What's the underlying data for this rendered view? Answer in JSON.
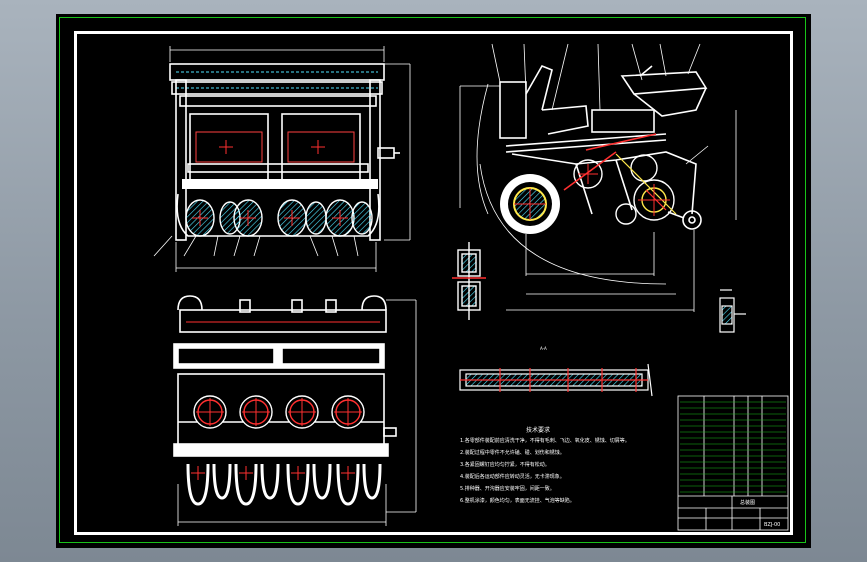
{
  "colors": {
    "frame_green": "#19c219",
    "line_white": "#ffffff",
    "hatch_cyan": "#4fe3ff",
    "accent_red": "#ff3030",
    "accent_yellow": "#ffe84a"
  },
  "tech_requirements": {
    "title": "技术要求",
    "lines": [
      "1.各零部件装配前应清洗干净，不得有毛刺、飞边、氧化皮、锈蚀、切屑等。",
      "2.装配过程中零件不允许磕、碰、划伤和锈蚀。",
      "3.各紧固螺钉应均匀拧紧，不得有松动。",
      "4.装配后各运动部件应转动灵活，无卡滞现象。",
      "5.排种器、开沟器应安装牢固，间距一致。",
      "6.整机涂漆，颜色均匀，表面无流挂、气泡等缺陷。"
    ]
  },
  "title_block": {
    "name": "总装图",
    "drawing_no": "BZJ-00"
  },
  "view_labels": {
    "section": "A-A"
  }
}
